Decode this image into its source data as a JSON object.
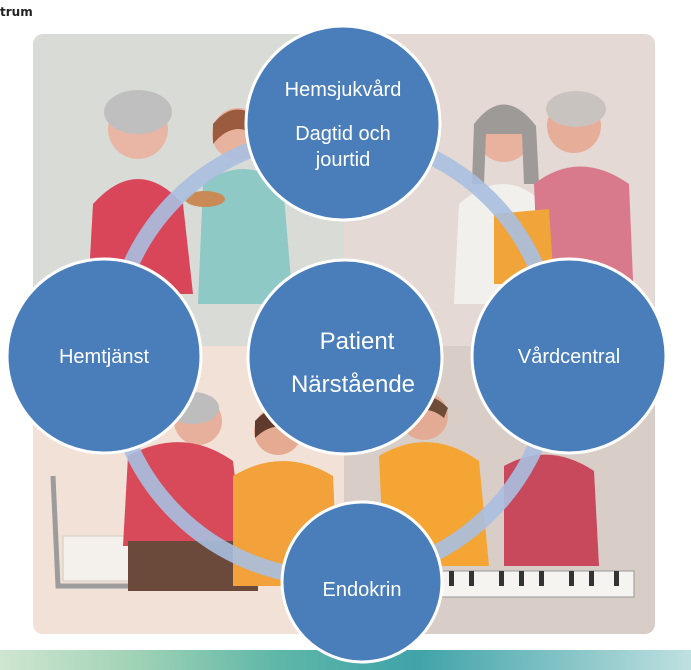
{
  "brand_text": "trum",
  "colors": {
    "circle_fill": "#4a7ebb",
    "circle_stroke": "#ffffff",
    "ring": "#a9bfe0",
    "text": "#ffffff"
  },
  "nodes": {
    "center": {
      "line1": "Patient",
      "line2": "Närstående"
    },
    "top": {
      "line1": "Hemsjukvård",
      "line2": "Dagtid och",
      "line3": "jourtid"
    },
    "left": {
      "label": "Hemtjänst"
    },
    "right": {
      "label": "Vårdcentral"
    },
    "bottom": {
      "label": "Endokrin"
    }
  },
  "background_scenes": [
    "illustration-caregiver-serving-food",
    "illustration-two-elderly-friends",
    "illustration-wheelchair-care",
    "illustration-keyboard-music"
  ]
}
